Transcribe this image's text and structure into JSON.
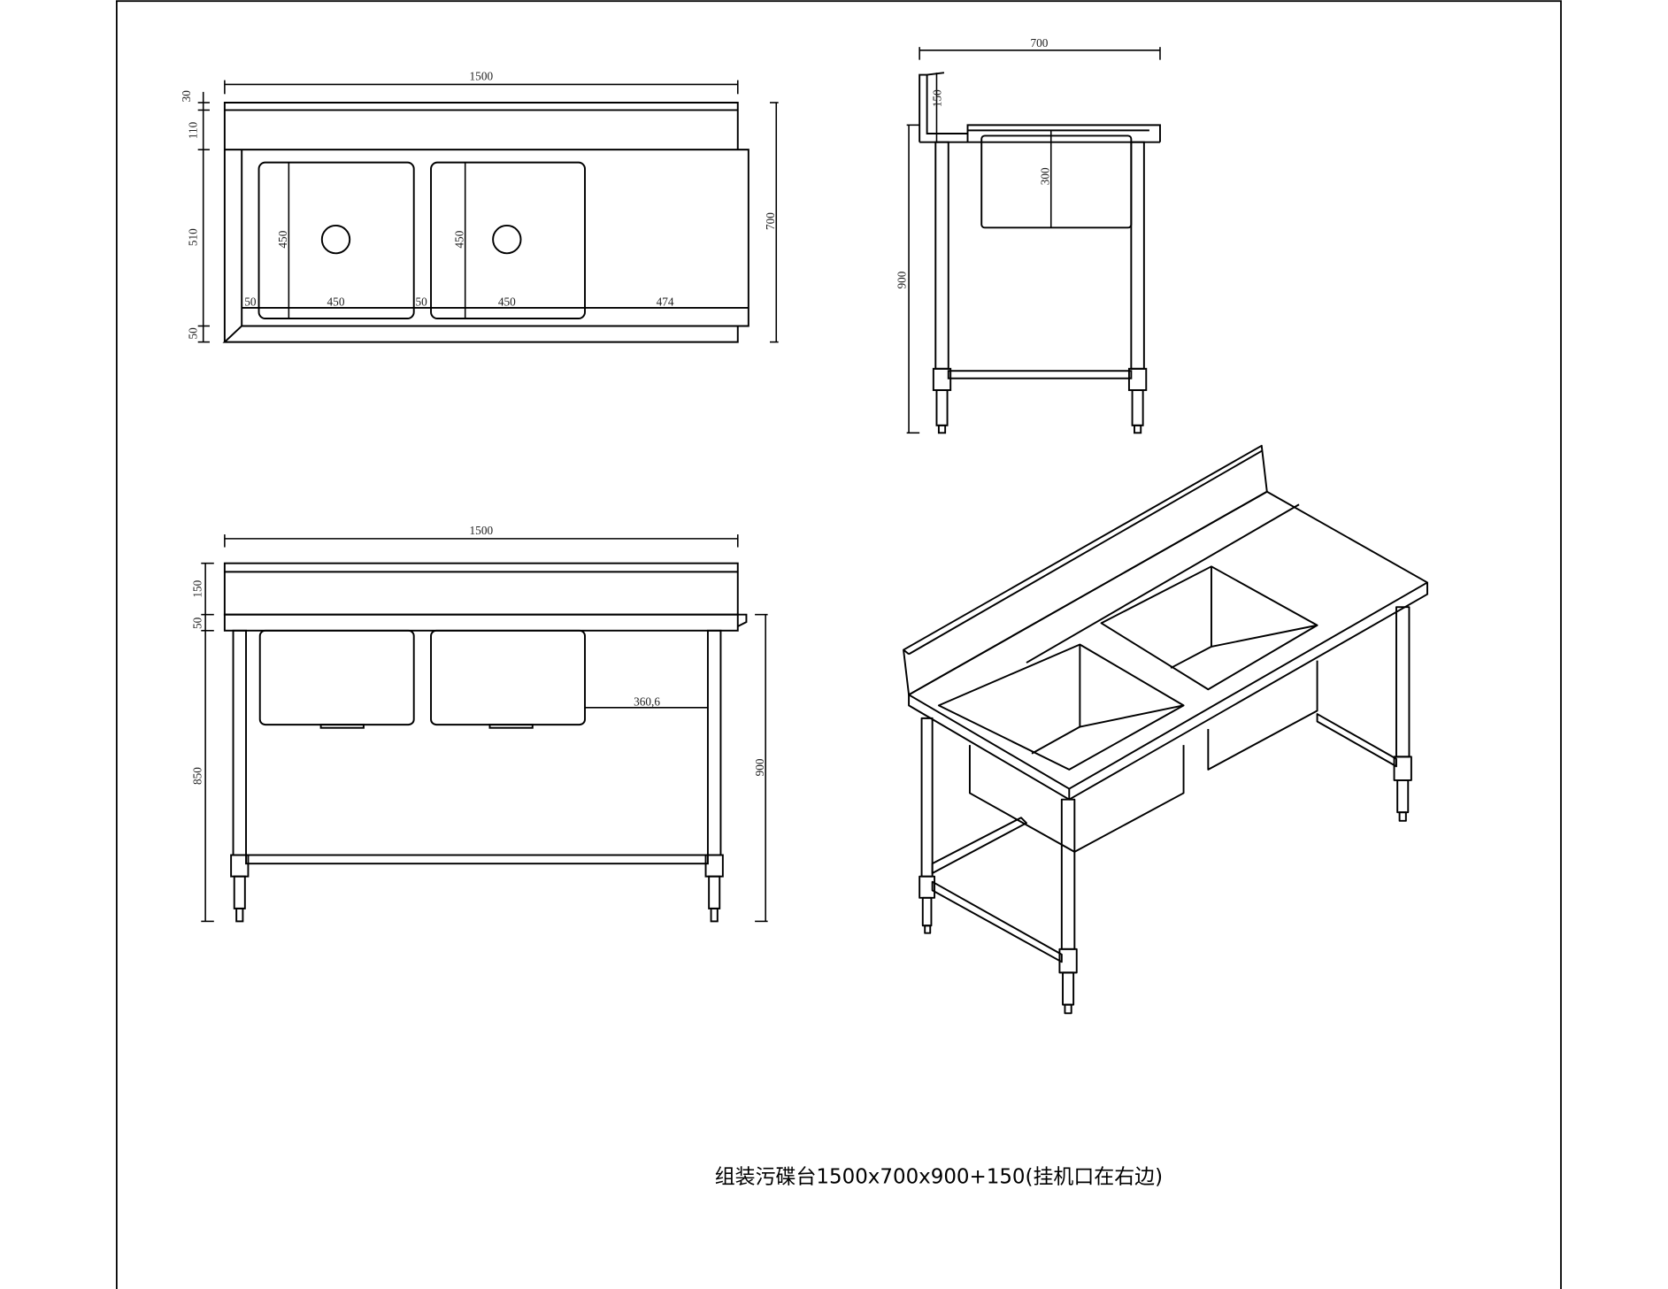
{
  "caption": "组装污碟台1500x700x900+150(挂机口在右边)",
  "plan_view": {
    "overall_width": "1500",
    "overall_depth": "700",
    "left_dims": [
      "30",
      "110",
      "510",
      "50"
    ],
    "sink_depth_labels": [
      "450",
      "450"
    ],
    "bottom_dims": [
      "50",
      "450",
      "50",
      "450",
      "474"
    ]
  },
  "side_view": {
    "depth": "700",
    "splash_height": "150",
    "sink_depth": "300",
    "height": "900"
  },
  "front_view": {
    "overall_width": "1500",
    "left_dims": [
      "150",
      "50",
      "850"
    ],
    "right_dim": "900",
    "drainer_dim": "360,6"
  }
}
